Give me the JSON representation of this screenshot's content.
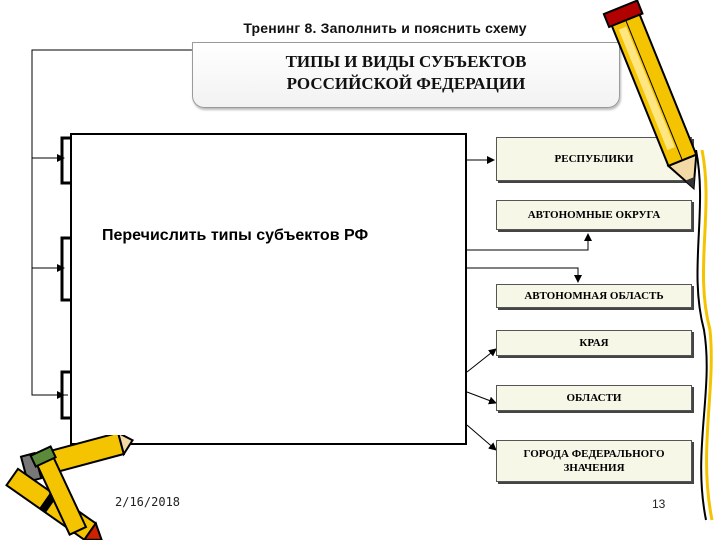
{
  "slide": {
    "heading": "Тренинг 8. Заполнить и пояснить схему",
    "title": "ТИПЫ И ВИДЫ СУБЪЕКТОВ\nРОССИЙСКОЙ ФЕДЕРАЦИИ",
    "cover_text": "Перечислить типы субъектов РФ",
    "boxes": [
      "РЕСПУБЛИКИ",
      "АВТОНОМНЫЕ ОКРУГА",
      "АВТОНОМНАЯ ОБЛАСТЬ",
      "КРАЯ",
      "ОБЛАСТИ",
      "ГОРОДА ФЕДЕРАЛЬНОГО\nЗНАЧЕНИЯ"
    ],
    "footer_date": "2/16/2018",
    "page_number": "13"
  },
  "colors": {
    "box_fill": "#f7f7e8",
    "pencil_yellow": "#f5c400",
    "pencil_tip": "#cc2200"
  },
  "icons": [
    "pencil-icon",
    "pencils-cluster-icon"
  ]
}
